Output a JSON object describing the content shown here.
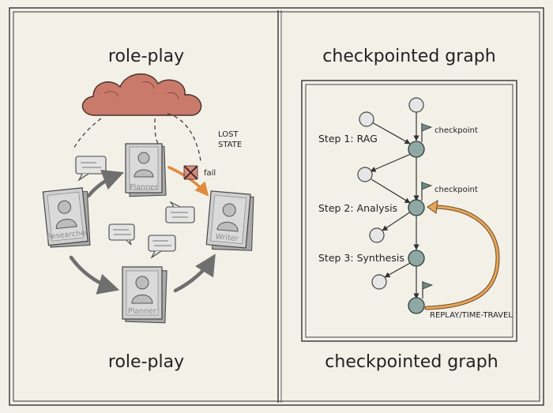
{
  "left_panel": {
    "title_top": "role-play",
    "title_bottom": "role-play",
    "lost_state": [
      "LOST",
      "STATE"
    ],
    "fail_label": "fail",
    "agents": {
      "planner_top": "Planner",
      "researcher": "Researcher",
      "writer": "Writer",
      "planner_bottom": "Planner"
    }
  },
  "right_panel": {
    "title_top": "checkpointed graph",
    "title_bottom": "checkpointed graph",
    "steps": {
      "step1": "Step 1: RAG",
      "step2": "Step 2: Analysis",
      "step3": "Step 3: Synthesis"
    },
    "checkpoint_1": "checkpoint",
    "checkpoint_2": "checkpoint",
    "replay": "REPLAY/TIME-TRAVEL"
  },
  "colors": {
    "cloud": "#c97a6a",
    "checkpoint_node": "#8fa8a3",
    "replay_arrow": "#e8a65a",
    "fail_arrow": "#e08a3c",
    "card_fill": "#c9c9c9"
  }
}
